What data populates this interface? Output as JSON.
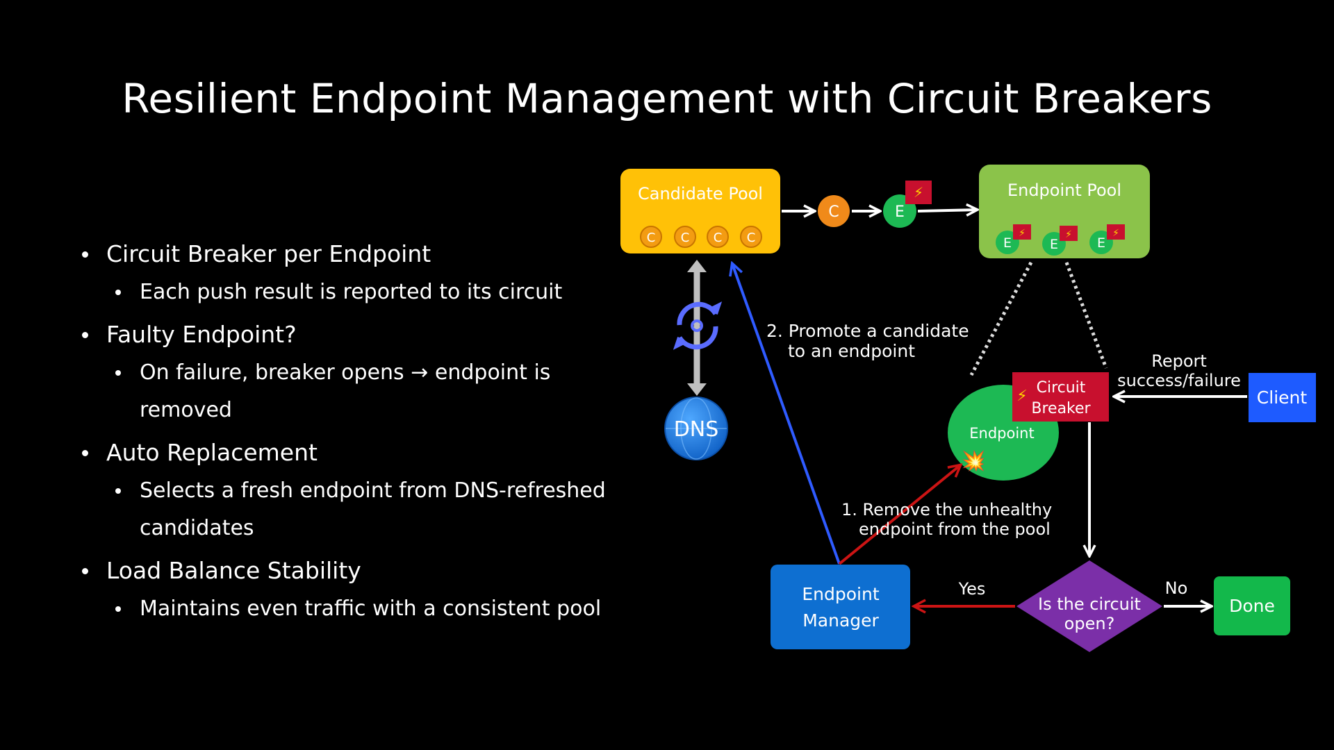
{
  "title": "Resilient Endpoint Management with Circuit Breakers",
  "bullets": [
    {
      "heading": "Circuit Breaker per Endpoint",
      "detail": "Each push result is reported to its circuit"
    },
    {
      "heading": "Faulty Endpoint?",
      "detail": "On failure, breaker opens → endpoint is removed"
    },
    {
      "heading": "Auto Replacement",
      "detail": "Selects a fresh endpoint from DNS-refreshed candidates"
    },
    {
      "heading": "Load Balance Stability",
      "detail": "Maintains even traffic with a consistent pool"
    }
  ],
  "diagram": {
    "candidate_pool": {
      "label": "Candidate Pool",
      "token": "C"
    },
    "endpoint_pool": {
      "label": "Endpoint Pool",
      "token": "E"
    },
    "flow_candidate": "C",
    "flow_endpoint": "E",
    "dns": "DNS",
    "promote_line1": "2. Promote a candidate",
    "promote_line2": "to an endpoint",
    "remove_line1": "1. Remove the unhealthy",
    "remove_line2": "endpoint from the pool",
    "report_line1": "Report",
    "report_line2": "success/failure",
    "client": "Client",
    "breaker_line1": "Circuit",
    "breaker_line2": "Breaker",
    "endpoint": "Endpoint",
    "manager_line1": "Endpoint",
    "manager_line2": "Manager",
    "decision_line1": "Is the circuit",
    "decision_line2": "open?",
    "yes": "Yes",
    "no": "No",
    "done": "Done",
    "colors": {
      "candidate": "#FFC107",
      "candidate_token": "#F39C12",
      "endpoint_pool": "#8BC34A",
      "endpoint_token": "#1DB954",
      "breaker": "#C8102E",
      "client": "#1E5BFF",
      "manager": "#0E6FD1",
      "decision": "#7B2FA8",
      "done": "#13B84B",
      "promote_arrow": "#2F5BFF",
      "remove_arrow": "#CC1414",
      "dns": "#1F7FE0"
    }
  }
}
